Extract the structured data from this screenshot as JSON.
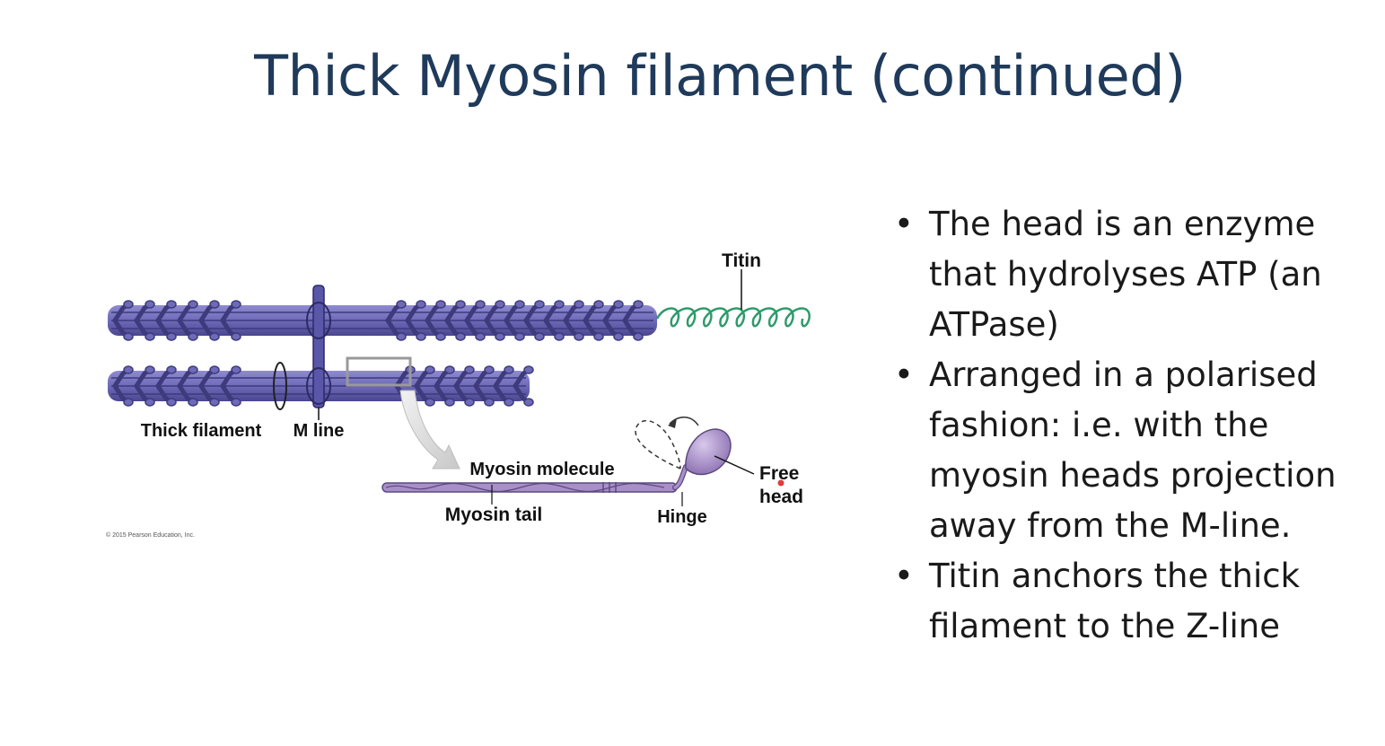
{
  "slide": {
    "title": "Thick Myosin filament (continued)"
  },
  "figure": {
    "labels": {
      "titin": "Titin",
      "thick_filament": "Thick filament",
      "m_line": "M line",
      "myosin_molecule": "Myosin molecule",
      "myosin_tail": "Myosin tail",
      "hinge": "Hinge",
      "free_head_line1": "Free",
      "free_head_line2": "head"
    },
    "copyright": "© 2015 Pearson Education, Inc.",
    "colors": {
      "filament": "#6e6ab8",
      "filament_dark": "#3e3a7c",
      "titin": "#2e9a6a",
      "myosin_head": "#a98fc8"
    }
  },
  "bullets": [
    " The head is an enzyme that hydrolyses ATP (an ATPase)",
    "Arranged in a polarised fashion: i.e. with the myosin heads projection away from the M-line.",
    "Titin anchors the thick filament to the Z-line"
  ]
}
